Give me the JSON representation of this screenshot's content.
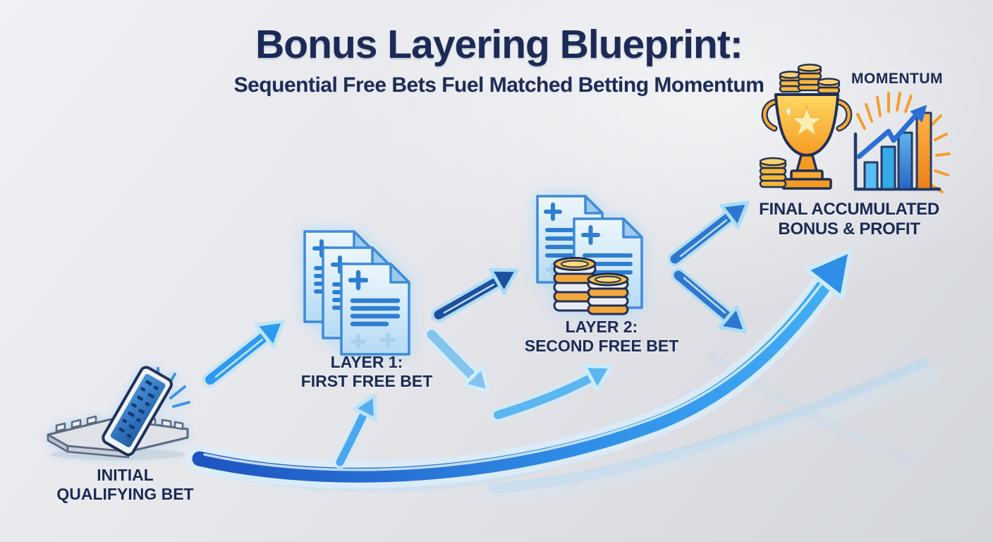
{
  "title": {
    "main": "Bonus Layering Blueprint:",
    "subtitle": "Sequential Free Bets Fuel Matched Betting Momentum"
  },
  "stages": {
    "initial": {
      "line1": "INITIAL",
      "line2": "QUALIFYING BET"
    },
    "layer1": {
      "line1": "LAYER 1:",
      "line2": "FIRST FREE BET"
    },
    "layer2": {
      "line1": "LAYER 2:",
      "line2": "SECOND FREE BET"
    },
    "final": {
      "line1": "FINAL ACCUMULATED",
      "line2": "BONUS & PROFIT"
    },
    "momentum": {
      "label": "MOMENTUM"
    }
  },
  "icons": {
    "initial": "betting-slip-launch-icon",
    "layer1": "stacked-bet-slips-icon",
    "layer2": "bet-slips-with-coins-icon",
    "final": "trophy-with-coins-icon",
    "momentum": "growth-bar-chart-icon"
  },
  "colors": {
    "text_navy": "#1b2a56",
    "arrow_bright_blue": "#2e9af0",
    "arrow_dark_blue": "#1c4f9e",
    "arrow_medium_blue": "#2e77d0",
    "arrow_light_blue": "#82c4ee",
    "sweep_gradient_start": "#1e55c0",
    "sweep_gradient_end": "#45b1f7",
    "gold": "#f5a933",
    "orange_accent": "#f08a20",
    "doc_outline_blue": "#3f8ad9",
    "background_gray": "#e6e8ec"
  }
}
